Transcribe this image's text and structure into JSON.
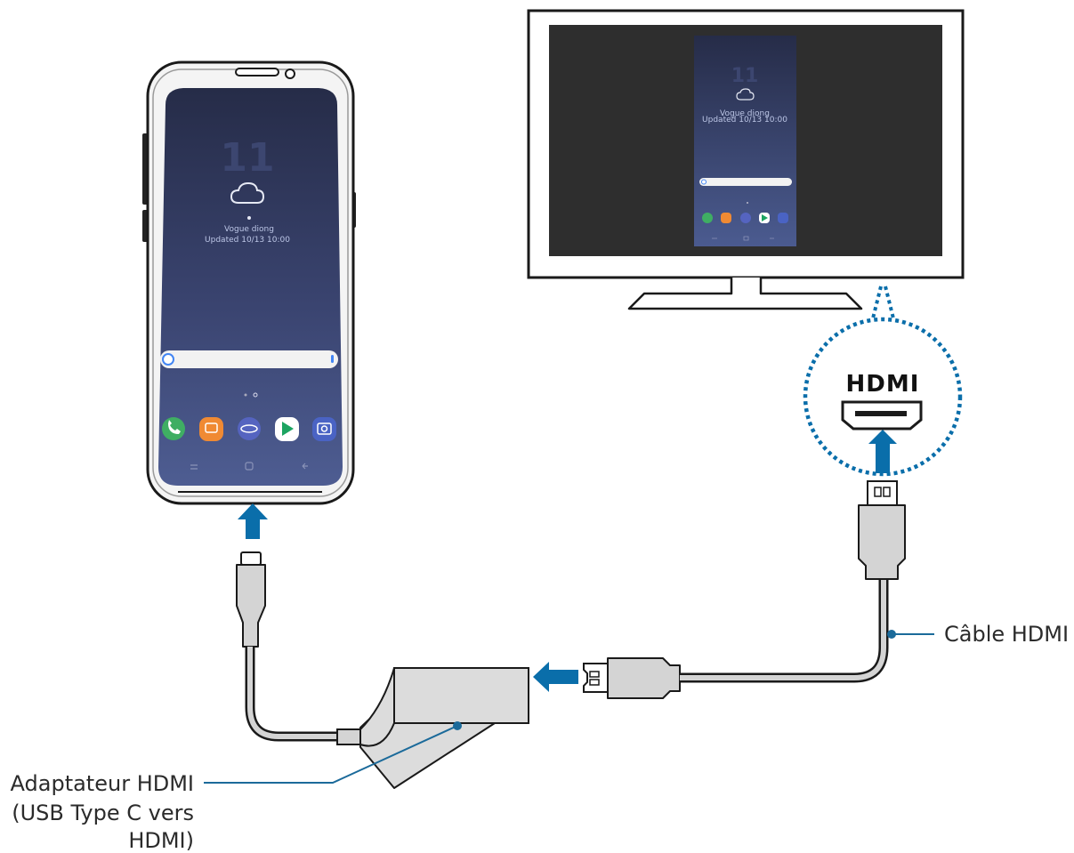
{
  "phone": {
    "time": "11",
    "location": "Vogue diong",
    "updated": "Updated 10/13 10:00",
    "dock_apps": [
      {
        "name": "Phone",
        "color": "#3fae63"
      },
      {
        "name": "Messages",
        "color": "#f08a33"
      },
      {
        "name": "Internet",
        "color": "#5564c0"
      },
      {
        "name": "Play Store",
        "color": "#ffffff"
      },
      {
        "name": "Camera",
        "color": "#4a63c4"
      }
    ]
  },
  "tv_screen": {
    "time": "11",
    "location": "Vogue diong",
    "updated": "Updated 10/13 10:00"
  },
  "hdmi_port": {
    "logo": "HDMI"
  },
  "labels": {
    "cable": "Câble HDMI",
    "adapter_line1": "Adaptateur HDMI",
    "adapter_line2": "(USB Type C vers",
    "adapter_line3": "HDMI)"
  },
  "colors": {
    "arrow": "#0a6eaa",
    "callout_line": "#1b6a9a",
    "phone_screen_top": "#283050",
    "phone_screen_bottom": "#4a5a8e"
  }
}
